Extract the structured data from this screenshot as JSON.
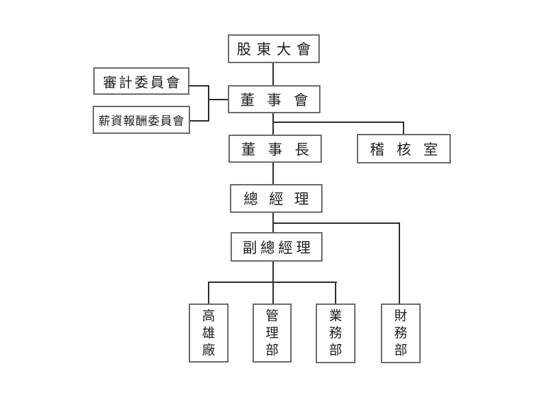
{
  "diagram": {
    "type": "org-chart",
    "nodes": {
      "shareholders_meeting": {
        "label": "股東大會"
      },
      "audit_committee": {
        "label": "審計委員會"
      },
      "compensation_committee": {
        "label": "薪資報酬委員會"
      },
      "board_of_directors": {
        "label": "董事會"
      },
      "chairman": {
        "label": "董事長"
      },
      "audit_office": {
        "label": "稽核室"
      },
      "general_manager": {
        "label": "總經理"
      },
      "deputy_general_manager": {
        "label": "副總經理"
      },
      "kaohsiung_plant": {
        "label": "高雄廠"
      },
      "management_dept": {
        "label": "管理部"
      },
      "sales_dept": {
        "label": "業務部"
      },
      "finance_dept": {
        "label": "財務部"
      }
    },
    "edges": [
      {
        "from": "shareholders_meeting",
        "to": "board_of_directors"
      },
      {
        "from": "board_of_directors",
        "to": "audit_committee"
      },
      {
        "from": "board_of_directors",
        "to": "compensation_committee"
      },
      {
        "from": "board_of_directors",
        "to": "chairman"
      },
      {
        "from": "board_of_directors",
        "to": "audit_office"
      },
      {
        "from": "chairman",
        "to": "general_manager"
      },
      {
        "from": "general_manager",
        "to": "deputy_general_manager"
      },
      {
        "from": "general_manager",
        "to": "finance_dept"
      },
      {
        "from": "deputy_general_manager",
        "to": "kaohsiung_plant"
      },
      {
        "from": "deputy_general_manager",
        "to": "management_dept"
      },
      {
        "from": "deputy_general_manager",
        "to": "sales_dept"
      }
    ]
  },
  "colors": {
    "background": "#ffffff",
    "box_border": "#6a6a6a",
    "connector": "#2b2b2b",
    "text": "#1d1d1d"
  }
}
